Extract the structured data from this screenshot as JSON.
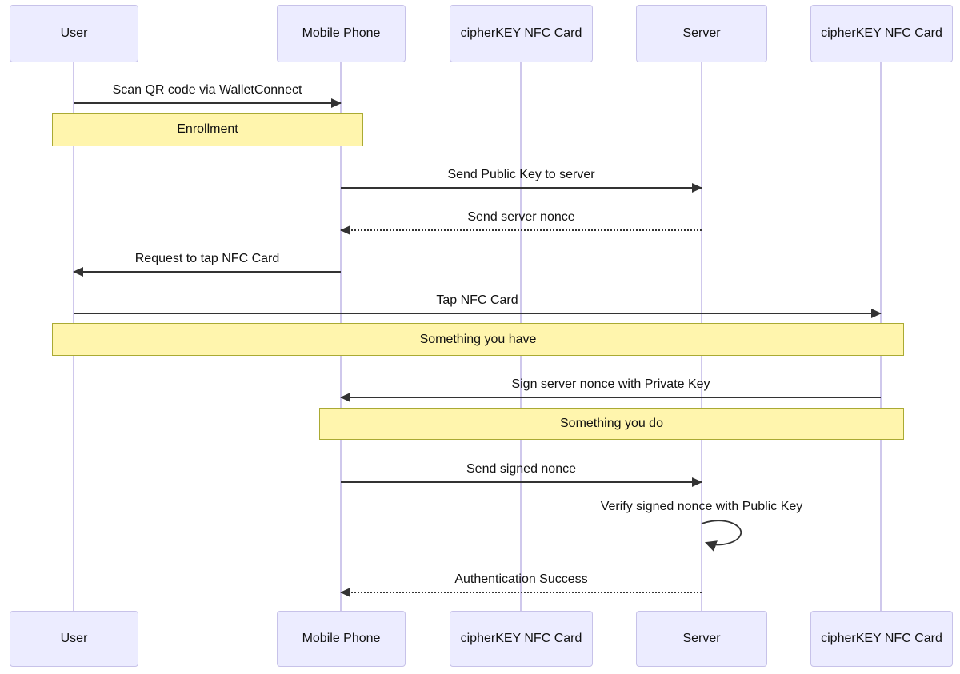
{
  "diagram": {
    "type": "sequence-diagram"
  },
  "colors": {
    "background": "#FFFFFF",
    "actor-fill": "#ECECFF",
    "actor-border": "#C7C2E9",
    "lifeline": "#CFC8EC",
    "note-fill": "#FFF5AD",
    "note-border": "#AAAA33",
    "arrow": "#333333",
    "text": "#111111"
  },
  "actors": [
    {
      "label": "User"
    },
    {
      "label": "Mobile Phone"
    },
    {
      "label": "cipherKEY NFC Card"
    },
    {
      "label": "Server"
    },
    {
      "label": "cipherKEY NFC Card"
    }
  ],
  "messages": [
    {
      "text": "Scan QR code via WalletConnect",
      "from": "User",
      "to": "Mobile Phone",
      "style": "solid"
    },
    {
      "text": "Send Public Key to server",
      "from": "Mobile Phone",
      "to": "Server",
      "style": "solid"
    },
    {
      "text": "Send server nonce",
      "from": "Server",
      "to": "Mobile Phone",
      "style": "dashed"
    },
    {
      "text": "Request to tap NFC Card",
      "from": "Mobile Phone",
      "to": "User",
      "style": "solid"
    },
    {
      "text": "Tap NFC Card",
      "from": "User",
      "to": "cipherKEY NFC Card",
      "style": "solid"
    },
    {
      "text": "Sign server nonce with Private Key",
      "from": "cipherKEY NFC Card",
      "to": "Mobile Phone",
      "style": "solid"
    },
    {
      "text": "Send signed nonce",
      "from": "Mobile Phone",
      "to": "Server",
      "style": "solid"
    },
    {
      "text": "Verify signed nonce with Public Key",
      "from": "Server",
      "to": "Server",
      "style": "self"
    },
    {
      "text": "Authentication Success",
      "from": "Server",
      "to": "Mobile Phone",
      "style": "dashed"
    }
  ],
  "notes": [
    {
      "text": "Enrollment",
      "over": [
        "User",
        "Mobile Phone"
      ]
    },
    {
      "text": "Something you have",
      "over": [
        "User",
        "cipherKEY NFC Card"
      ]
    },
    {
      "text": "Something you do",
      "over": [
        "Mobile Phone",
        "cipherKEY NFC Card"
      ]
    }
  ]
}
